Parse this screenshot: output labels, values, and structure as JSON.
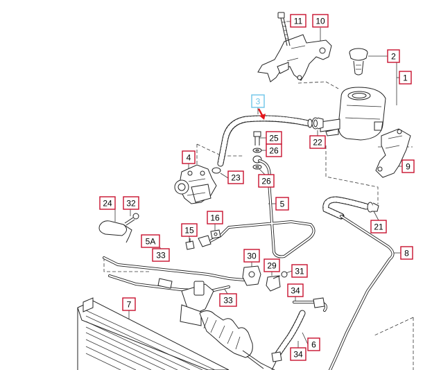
{
  "colors": {
    "callout_border": "#c8102e",
    "highlight_border": "#6cc4e8",
    "highlight_text": "#6cc4e8",
    "highlight_arrow": "#e4161b",
    "line_art": "#222222"
  },
  "callouts": [
    {
      "id": "c11",
      "label": "11"
    },
    {
      "id": "c10",
      "label": "10"
    },
    {
      "id": "c2",
      "label": "2"
    },
    {
      "id": "c1",
      "label": "1"
    },
    {
      "id": "c3",
      "label": "3",
      "highlighted": true
    },
    {
      "id": "c25",
      "label": "25"
    },
    {
      "id": "c26a",
      "label": "26"
    },
    {
      "id": "c22",
      "label": "22"
    },
    {
      "id": "c9",
      "label": "9"
    },
    {
      "id": "c4",
      "label": "4"
    },
    {
      "id": "c23",
      "label": "23"
    },
    {
      "id": "c26b",
      "label": "26"
    },
    {
      "id": "c5",
      "label": "5"
    },
    {
      "id": "c24",
      "label": "24"
    },
    {
      "id": "c32",
      "label": "32"
    },
    {
      "id": "c16",
      "label": "16"
    },
    {
      "id": "c21",
      "label": "21"
    },
    {
      "id": "c15",
      "label": "15"
    },
    {
      "id": "c5A",
      "label": "5A"
    },
    {
      "id": "c33a",
      "label": "33"
    },
    {
      "id": "c8",
      "label": "8"
    },
    {
      "id": "c30",
      "label": "30"
    },
    {
      "id": "c29",
      "label": "29"
    },
    {
      "id": "c31",
      "label": "31"
    },
    {
      "id": "c34a",
      "label": "34"
    },
    {
      "id": "c7",
      "label": "7"
    },
    {
      "id": "c33b",
      "label": "33"
    },
    {
      "id": "c6",
      "label": "6"
    },
    {
      "id": "c34b",
      "label": "34"
    }
  ]
}
